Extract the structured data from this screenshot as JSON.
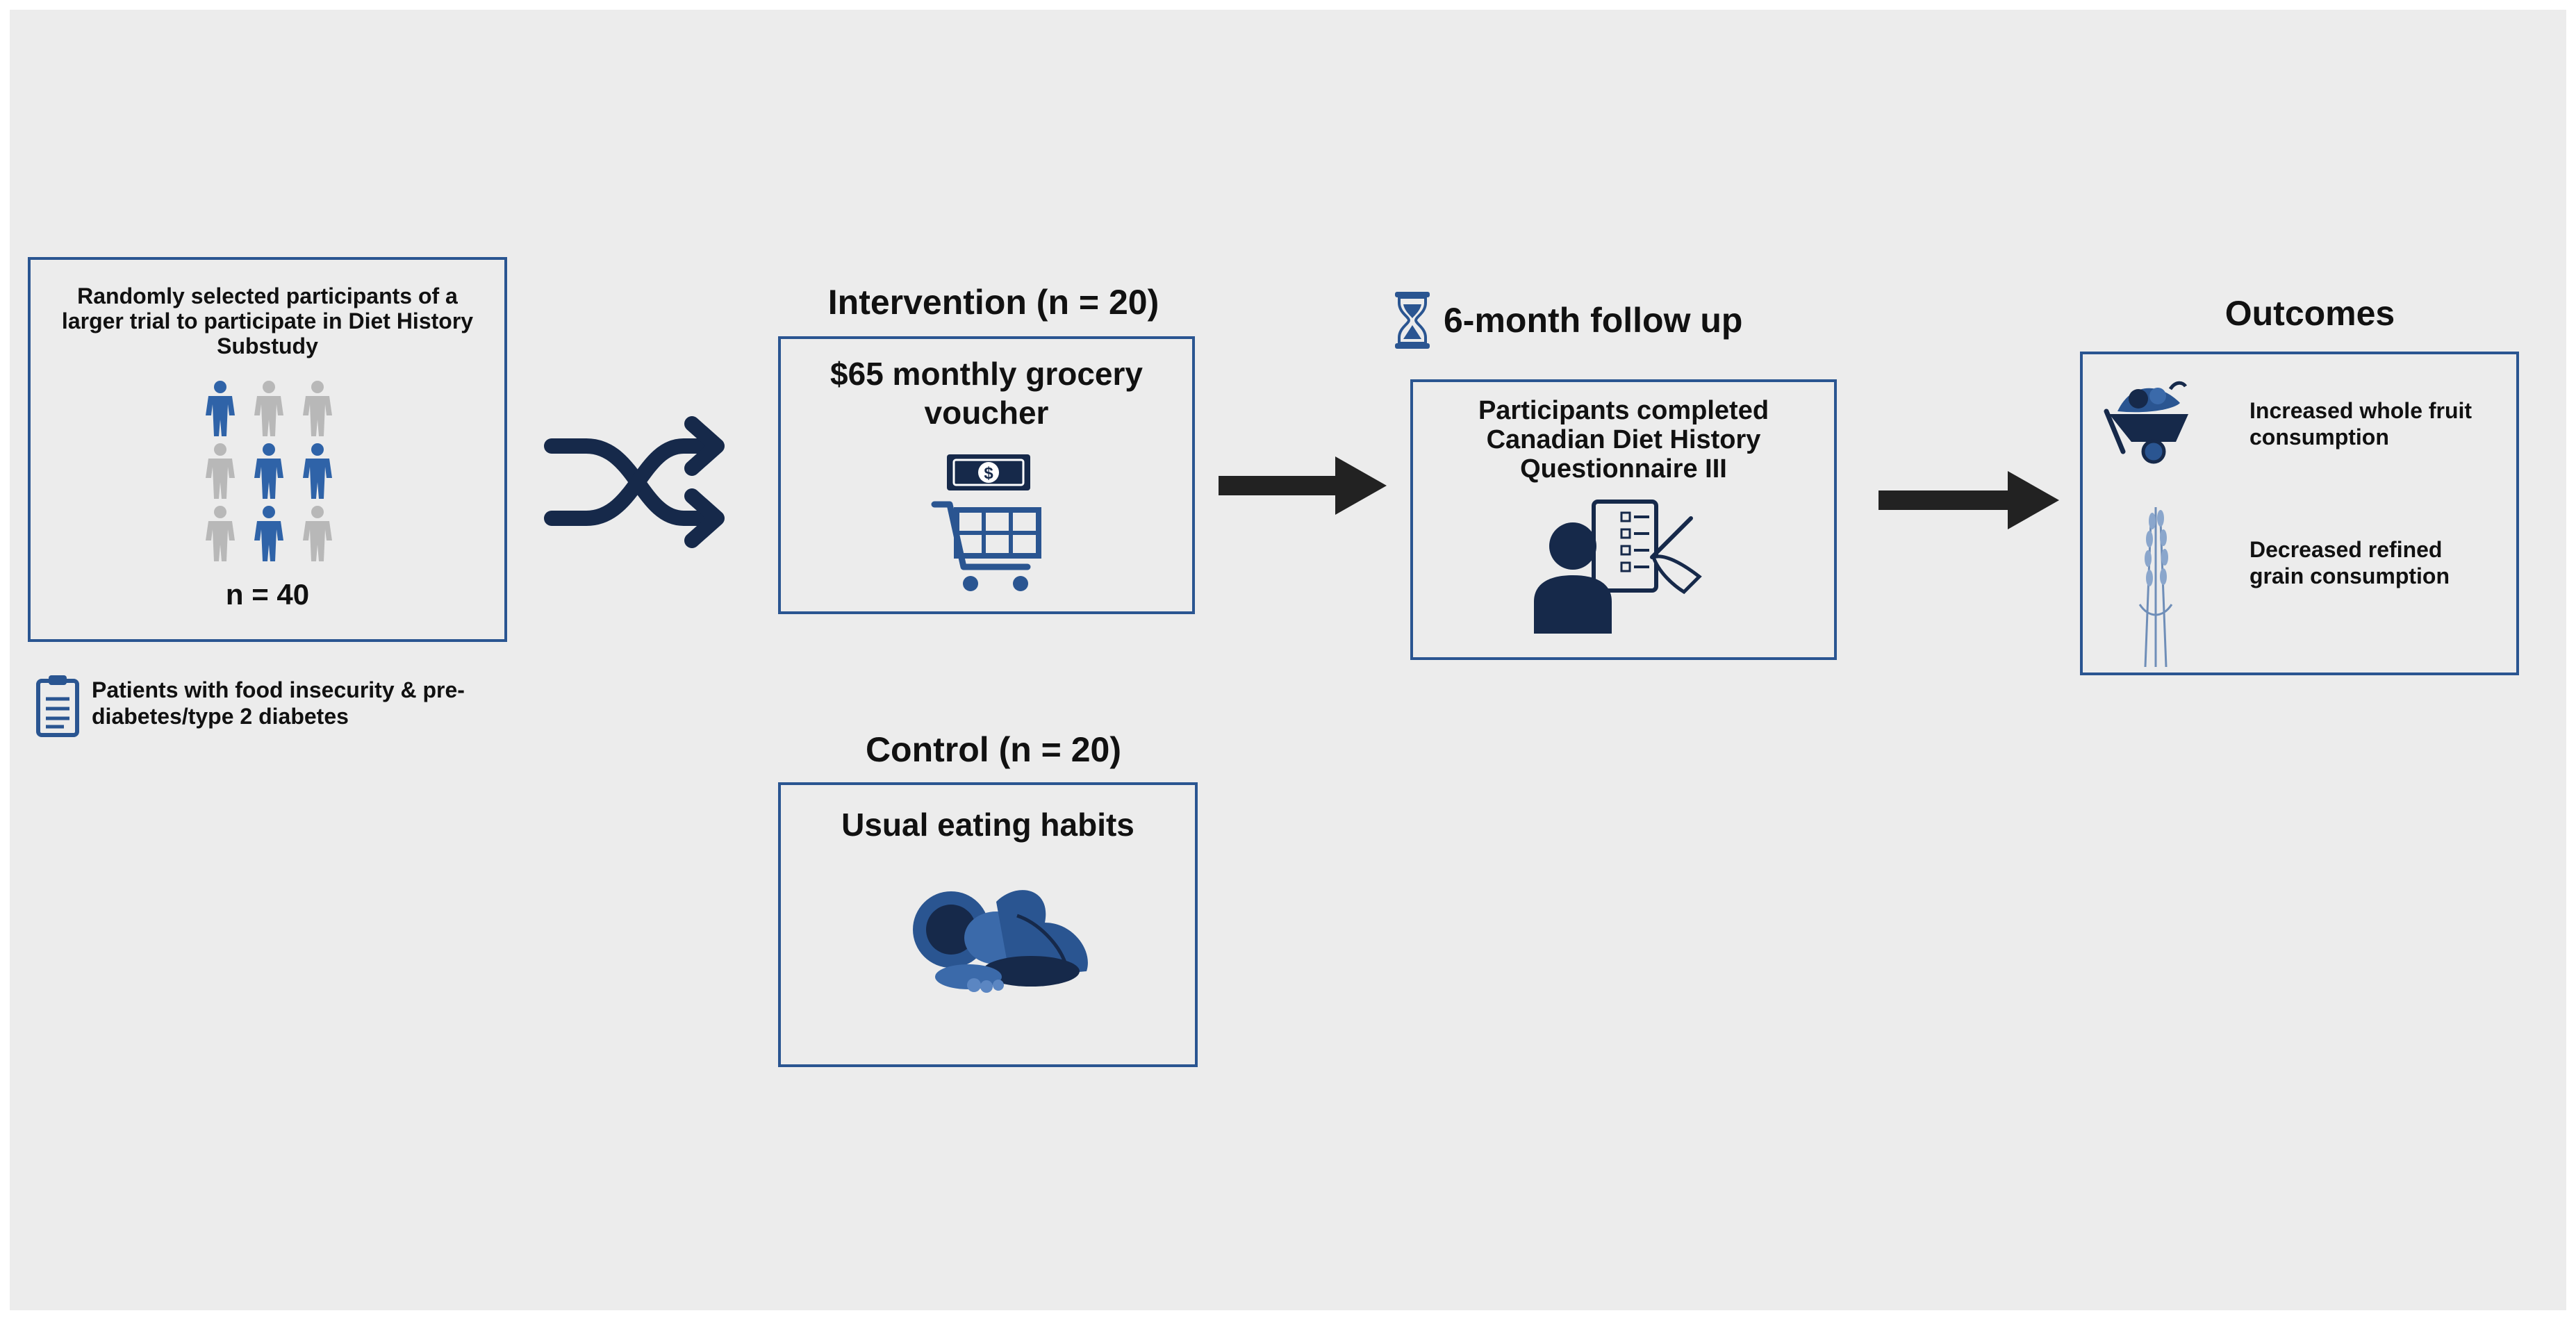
{
  "enrollment": {
    "title": "Randomly selected participants of a larger trial to participate in Diet History Substudy",
    "n_label": "n = 40",
    "icon_grid": [
      "blue",
      "gray",
      "gray",
      "gray",
      "blue",
      "blue",
      "gray",
      "blue",
      "gray"
    ],
    "note": "Patients with food insecurity & pre-diabetes/type 2 diabetes"
  },
  "intervention": {
    "heading": "Intervention (n = 20)",
    "text": "$65 monthly grocery voucher",
    "dollar_symbol": "$"
  },
  "control": {
    "heading": "Control (n = 20)",
    "text": "Usual eating habits"
  },
  "followup": {
    "heading": "6-month follow up",
    "text": "Participants completed Canadian Diet History Questionnaire III"
  },
  "outcomes": {
    "heading": "Outcomes",
    "items": [
      {
        "text": "Increased whole fruit consumption",
        "icon": "wheelbarrow-produce-icon"
      },
      {
        "text": "Decreased refined grain consumption",
        "icon": "wheat-icon"
      }
    ]
  },
  "colors": {
    "accent": "#2a5591",
    "navy": "#16294a",
    "person_blue": "#2f63a8",
    "person_gray": "#b8b8b8",
    "arrow": "#222222",
    "background": "#ececec"
  }
}
